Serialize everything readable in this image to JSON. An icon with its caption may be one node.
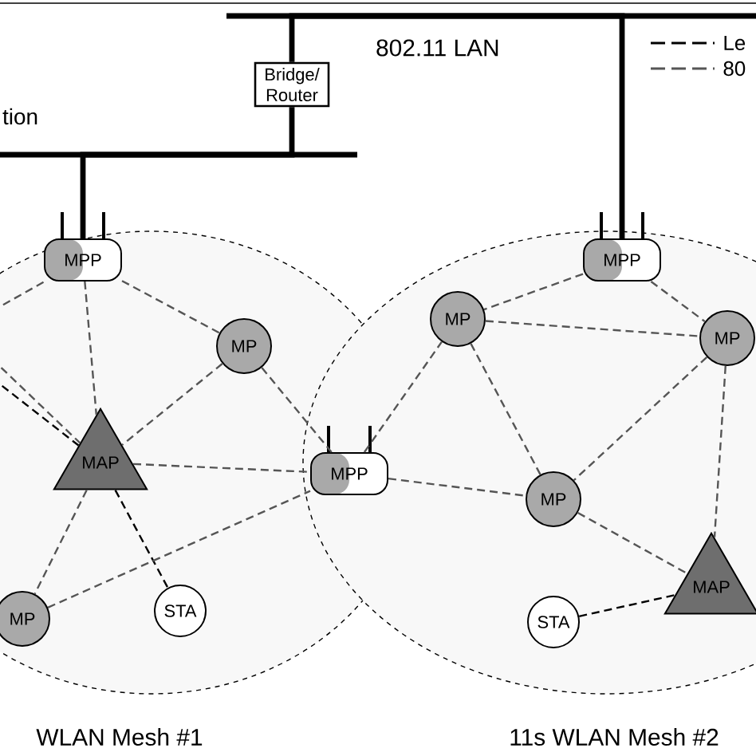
{
  "diagram": {
    "nodes": [
      {
        "text": [
          "WLAN Mesh #1"
        ]
      },
      {
        "text": [
          "11s WLAN Mesh #2"
        ]
      },
      {
        "text": [
          "Bridge/ Router"
        ]
      },
      {
        "text": [
          "MPP"
        ],
        "in": 0
      },
      {
        "text": [
          "MP"
        ],
        "in": 0
      },
      {
        "text": [
          "MAP"
        ],
        "in": 0
      },
      {
        "text": [
          "MPP"
        ]
      },
      {
        "text": [
          "MP"
        ],
        "in": 0
      },
      {
        "text": [
          "STA"
        ],
        "in": 0
      },
      {
        "text": [
          "MPP"
        ],
        "in": 1
      },
      {
        "text": [
          "MP"
        ],
        "in": 1
      },
      {
        "text": [
          "MP"
        ],
        "in": 1
      },
      {
        "text": [
          "MP"
        ],
        "in": 1
      },
      {
        "text": [
          "MAP"
        ],
        "in": 1
      },
      {
        "text": [
          "STA"
        ],
        "in": 1
      }
    ],
    "edges": [
      {
        "from": 2,
        "to": 3,
        "arrow": "none",
        "style": "thick",
        "color": "#000000"
      },
      {
        "from": 2,
        "to": 9,
        "arrow": "none",
        "style": "thick",
        "color": "#000000"
      },
      {
        "from": 3,
        "to": 4,
        "arrow": "none",
        "style": "dashed"
      },
      {
        "from": 3,
        "to": 5,
        "arrow": "none",
        "style": "dashed"
      },
      {
        "from": 4,
        "to": 5,
        "arrow": "none",
        "style": "dashed"
      },
      {
        "from": 4,
        "to": 6,
        "arrow": "none",
        "style": "dashed"
      },
      {
        "from": 5,
        "to": 6,
        "arrow": "none",
        "style": "dashed"
      },
      {
        "from": 5,
        "to": 7,
        "arrow": "none",
        "style": "dashed"
      },
      {
        "from": 5,
        "to": 8,
        "arrow": "none",
        "style": "dashed",
        "color": "#000000"
      },
      {
        "from": 7,
        "to": 6,
        "arrow": "none",
        "style": "dashed"
      },
      {
        "from": null,
        "to": 3,
        "arrow": "none",
        "style": "dashed"
      },
      {
        "from": null,
        "to": 5,
        "arrow": "none",
        "style": "dashed",
        "color": "#000000"
      },
      {
        "from": null,
        "to": 5,
        "arrow": "none",
        "style": "dashed"
      },
      {
        "from": 6,
        "to": 10,
        "arrow": "none",
        "style": "dashed"
      },
      {
        "from": 6,
        "to": 12,
        "arrow": "none",
        "style": "dashed"
      },
      {
        "from": 9,
        "to": 10,
        "arrow": "none",
        "style": "dashed"
      },
      {
        "from": 9,
        "to": 11,
        "arrow": "none",
        "style": "dashed"
      },
      {
        "from": 10,
        "to": 11,
        "arrow": "none",
        "style": "dashed"
      },
      {
        "from": 10,
        "to": 12,
        "arrow": "none",
        "style": "dashed"
      },
      {
        "from": 11,
        "to": 12,
        "arrow": "none",
        "style": "dashed"
      },
      {
        "from": 11,
        "to": 13,
        "arrow": "none",
        "style": "dashed"
      },
      {
        "from": 12,
        "to": 13,
        "arrow": "none",
        "style": "dashed"
      },
      {
        "from": 14,
        "to": 13,
        "arrow": "none",
        "style": "dashed",
        "color": "#000000"
      }
    ],
    "labels": [
      "802.11 LAN",
      "tion"
    ],
    "legend": [
      {
        "text": "Le"
      },
      {
        "text": "80"
      }
    ]
  }
}
